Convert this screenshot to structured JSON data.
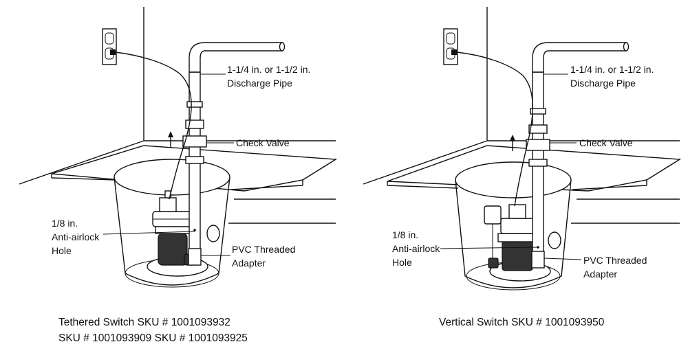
{
  "left_panel": {
    "labels": {
      "discharge_pipe_line1": "1-1/4 in. or 1-1/2 in.",
      "discharge_pipe_line2": "Discharge Pipe",
      "check_valve": "Check Valve",
      "airlock_line1": "1/8 in.",
      "airlock_line2": "Anti-airlock",
      "airlock_line3": "Hole",
      "adapter_line1": "PVC Threaded",
      "adapter_line2": "Adapter"
    },
    "caption_line1": "Tethered Switch SKU # 1001093932",
    "caption_line2": "SKU # 1001093909  SKU # 1001093925"
  },
  "right_panel": {
    "labels": {
      "discharge_pipe_line1": "1-1/4 in. or 1-1/2 in.",
      "discharge_pipe_line2": "Discharge Pipe",
      "check_valve": "Check Valve",
      "airlock_line1": "1/8 in.",
      "airlock_line2": "Anti-airlock",
      "airlock_line3": "Hole",
      "adapter_line1": "PVC Threaded",
      "adapter_line2": "Adapter"
    },
    "caption": "Vertical Switch SKU # 1001093950"
  }
}
